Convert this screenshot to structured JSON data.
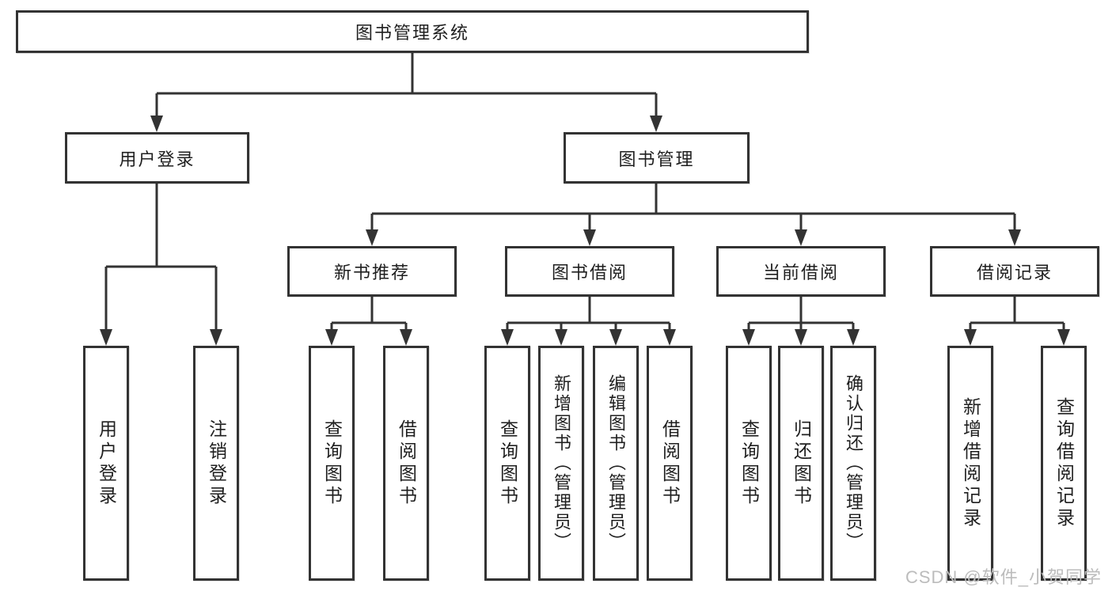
{
  "tree": {
    "label": "图书管理系统",
    "children": [
      {
        "label": "用户登录",
        "children": [
          {
            "label": "用户登录"
          },
          {
            "label": "注销登录"
          }
        ]
      },
      {
        "label": "图书管理",
        "children": [
          {
            "label": "新书推荐",
            "children": [
              {
                "label": "查询图书"
              },
              {
                "label": "借阅图书"
              }
            ]
          },
          {
            "label": "图书借阅",
            "children": [
              {
                "label": "查询图书"
              },
              {
                "label": "新增图书（管理员）"
              },
              {
                "label": "编辑图书（管理员）"
              },
              {
                "label": "借阅图书"
              }
            ]
          },
          {
            "label": "当前借阅",
            "children": [
              {
                "label": "查询图书"
              },
              {
                "label": "归还图书"
              },
              {
                "label": "确认归还（管理员）"
              }
            ]
          },
          {
            "label": "借阅记录",
            "children": [
              {
                "label": "新增借阅记录"
              },
              {
                "label": "查询借阅记录"
              }
            ]
          }
        ]
      }
    ]
  },
  "watermark": "CSDN @软件_小贺同学",
  "colors": {
    "line": "#333333",
    "text": "#1f1f1f",
    "bg": "#ffffff",
    "watermark": "#bcbcbc"
  }
}
